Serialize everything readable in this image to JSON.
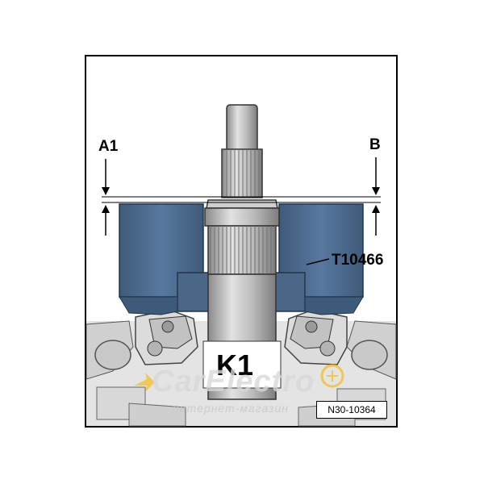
{
  "labels": {
    "a1": "A1",
    "b": "B",
    "tool": "T10466",
    "part": "K1"
  },
  "reference": "N30-10364",
  "watermark": {
    "brand": "CarElectro",
    "subtitle": "интернет-магазин",
    "logo_color": "#f2c230"
  },
  "colors": {
    "tool_blue": "#4d6a88",
    "shaft_gray": "#bdbdbd"
  }
}
